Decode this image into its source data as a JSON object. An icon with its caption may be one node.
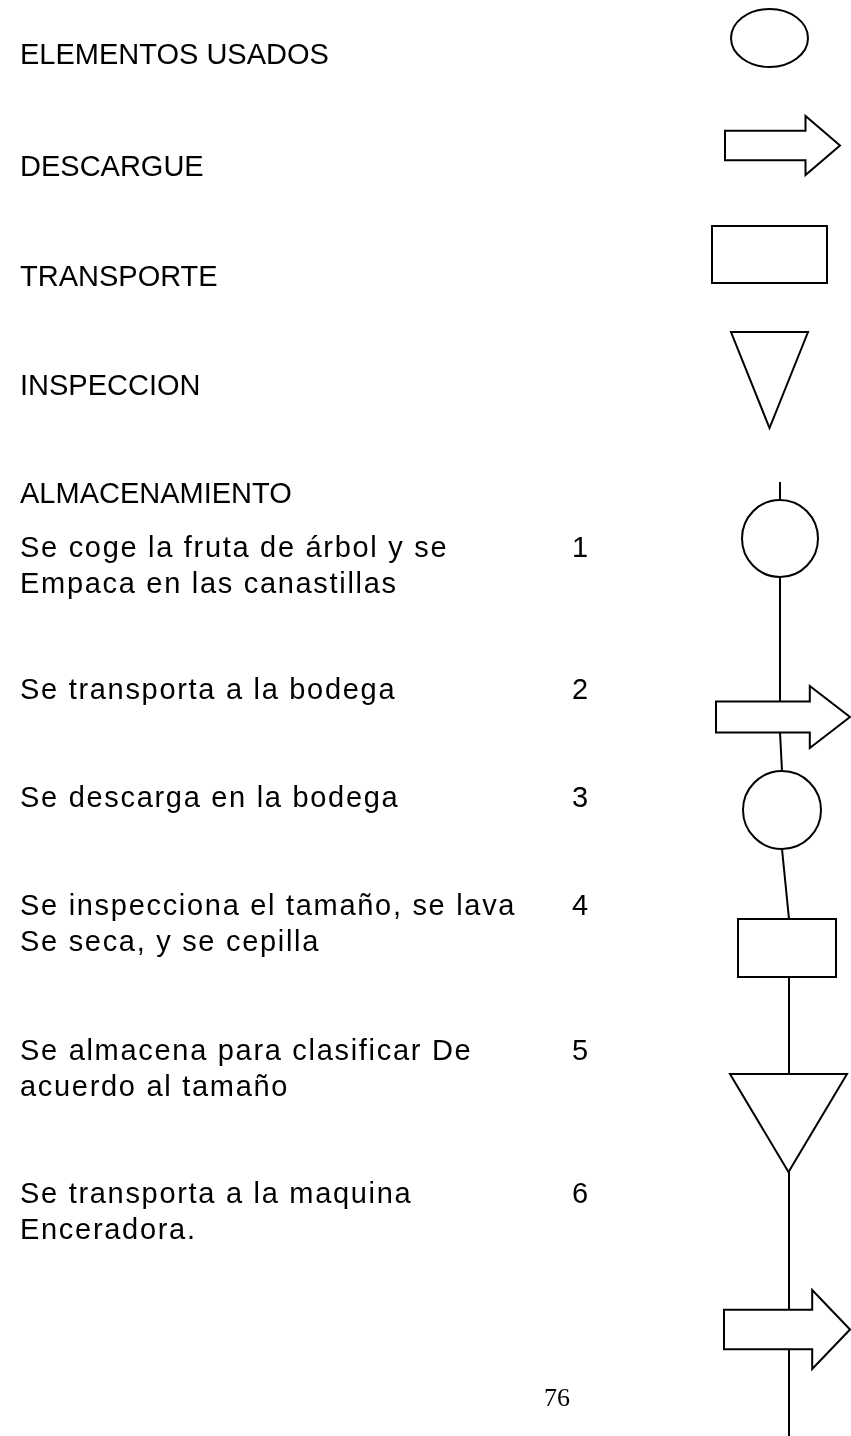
{
  "diagram": {
    "nodes": [
      {
        "text": [],
        "shape": "ellipse"
      },
      {
        "text": [],
        "shape": "arrow"
      },
      {
        "text": [],
        "shape": "box"
      },
      {
        "text": [],
        "shape": "triangle"
      },
      {
        "text": [],
        "shape": "circle"
      },
      {
        "text": [],
        "shape": "arrow"
      },
      {
        "text": [],
        "shape": "circle"
      },
      {
        "text": [],
        "shape": "box"
      },
      {
        "text": [],
        "shape": "triangle"
      },
      {
        "text": [],
        "shape": "arrow"
      }
    ],
    "edges": [
      {
        "from": null,
        "to": 4,
        "arrow": "none"
      },
      {
        "from": 4,
        "to": 5,
        "arrow": "none"
      },
      {
        "from": 5,
        "to": 6,
        "arrow": "none"
      },
      {
        "from": 6,
        "to": 7,
        "arrow": "none"
      },
      {
        "from": 7,
        "to": 8,
        "arrow": "none"
      },
      {
        "from": 8,
        "to": 9,
        "arrow": "none"
      },
      {
        "from": 9,
        "to": null,
        "arrow": "none"
      }
    ],
    "labels": [
      "ELEMENTOS USADOS",
      "DESCARGUE",
      "TRANSPORTE",
      "INSPECCION",
      "ALMACENAMIENTO",
      "Se coge la fruta de árbol y se Empaca en las canastillas",
      "1",
      "Se transporta a la bodega",
      "2",
      "Se descarga en la bodega",
      "3",
      "Se inspecciona el tamaño, se lava Se seca, y se cepilla",
      "4",
      "Se almacena para clasificar De acuerdo al tamaño",
      "5",
      "Se transporta a la maquina Enceradora.",
      "6",
      "76"
    ]
  }
}
